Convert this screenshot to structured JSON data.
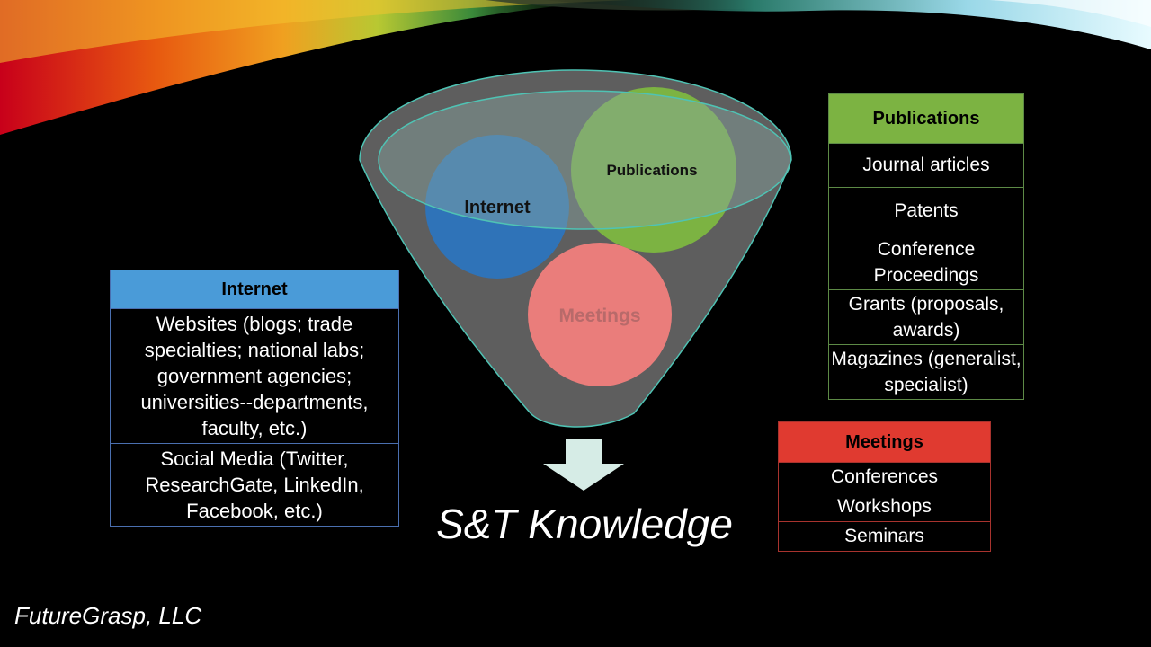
{
  "funnel": {
    "circles": {
      "internet": "Internet",
      "publications": "Publications",
      "meetings": "Meetings"
    }
  },
  "internet_table": {
    "header": "Internet",
    "rows": [
      "Websites (blogs; trade specialties; national labs; government agencies; universities--departments, faculty, etc.)",
      "Social Media (Twitter, ResearchGate, LinkedIn, Facebook, etc.)"
    ]
  },
  "publications_table": {
    "header": "Publications",
    "rows": [
      "Journal articles",
      "Patents",
      "Conference Proceedings",
      "Grants (proposals, awards)",
      "Magazines (generalist, specialist)"
    ]
  },
  "meetings_table": {
    "header": "Meetings",
    "rows": [
      "Conferences",
      "Workshops",
      "Seminars"
    ]
  },
  "result_label": "S&T Knowledge",
  "footer": "FutureGrasp, LLC",
  "colors": {
    "internet": "#2f73b8",
    "publications": "#7cb342",
    "meetings": "#ea7d7b",
    "funnel": "#5c5c5c",
    "funnel_outline": "#4fc3b4",
    "arrow": "#d6ece6"
  }
}
